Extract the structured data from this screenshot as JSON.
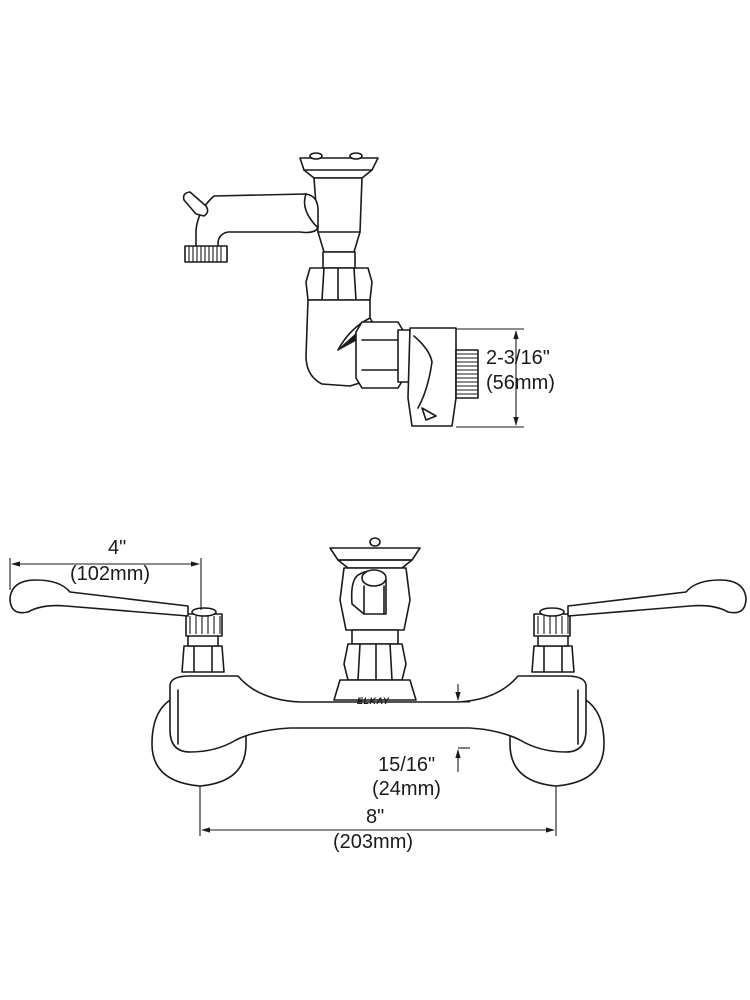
{
  "side_view": {
    "outlet_height": {
      "imperial": "2-3/16\"",
      "metric": "(56mm)"
    }
  },
  "front_view": {
    "brand": "ELKAY",
    "handle_reach": {
      "imperial": "4\"",
      "metric": "(102mm)"
    },
    "body_height": {
      "imperial": "15/16\"",
      "metric": "(24mm)"
    },
    "center_spacing": {
      "imperial": "8\"",
      "metric": "(203mm)"
    }
  }
}
